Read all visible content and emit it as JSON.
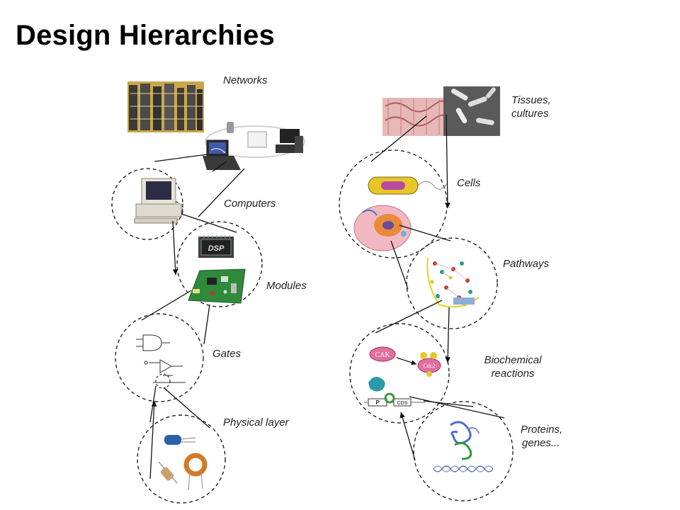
{
  "title": "Design Hierarchies",
  "electronics": {
    "levels": [
      "Networks",
      "Computers",
      "Modules",
      "Gates",
      "Physical layer"
    ],
    "dsp_chip_text": "DSP"
  },
  "biology": {
    "levels": [
      "Tissues,",
      "cultures",
      "Cells",
      "Pathways",
      "Biochemical",
      "reactions",
      "Proteins,",
      "genes..."
    ],
    "cak_text": "CAK",
    "cdc2_text": "Cdc2",
    "promoter_text": "P",
    "cds_text": "CDS"
  }
}
